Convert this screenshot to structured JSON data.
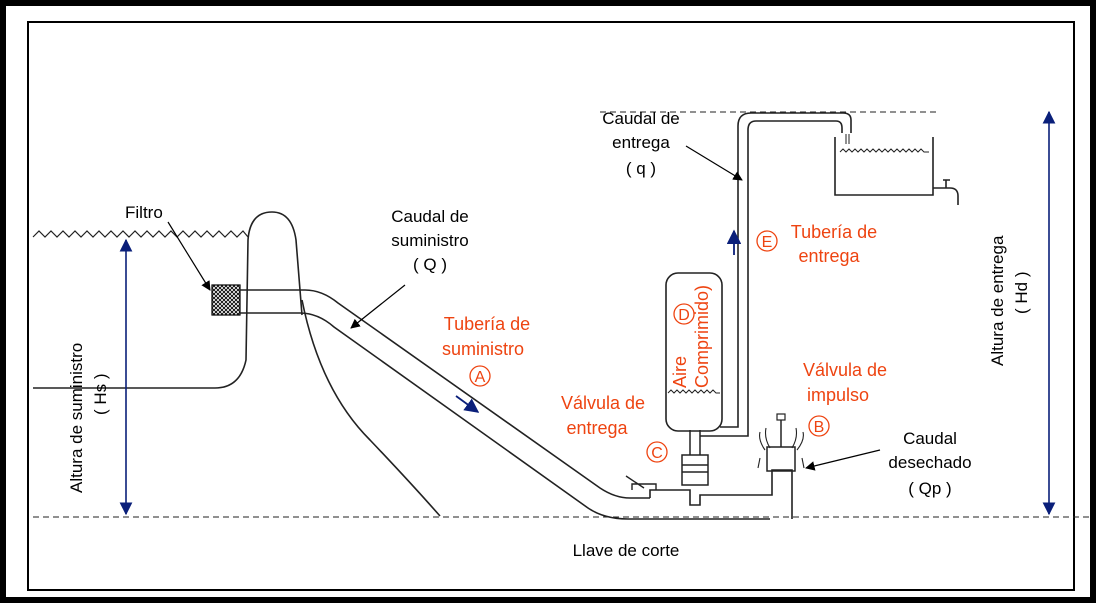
{
  "colors": {
    "outer_border": "#000000",
    "line": "#1a1a1a",
    "orange": "#ee4411",
    "arrow_blue": "#0a1f7a"
  },
  "labels": {
    "filtro": "Filtro",
    "caudal_suministro": [
      "Caudal de",
      "suministro",
      "( Q )"
    ],
    "caudal_entrega": [
      "Caudal de",
      "entrega",
      "( q )"
    ],
    "caudal_desechado": [
      "Caudal",
      "desechado",
      "( Qp )"
    ],
    "tuberia_suministro": [
      "Tubería de",
      "suministro"
    ],
    "tuberia_entrega": [
      "Tubería de",
      "entrega"
    ],
    "valvula_entrega": [
      "Válvula de",
      "entrega"
    ],
    "valvula_impulso": [
      "Válvula de",
      "impulso"
    ],
    "aire": [
      "Aire",
      "Comprimido)"
    ],
    "altura_suministro": [
      "Altura de suministro",
      "( Hs )"
    ],
    "altura_entrega": [
      "Altura de entrega",
      "( Hd )"
    ],
    "llave": "Llave de corte",
    "circles": {
      "a": "A",
      "b": "B",
      "c": "C",
      "d": "D",
      "e": "E"
    }
  }
}
